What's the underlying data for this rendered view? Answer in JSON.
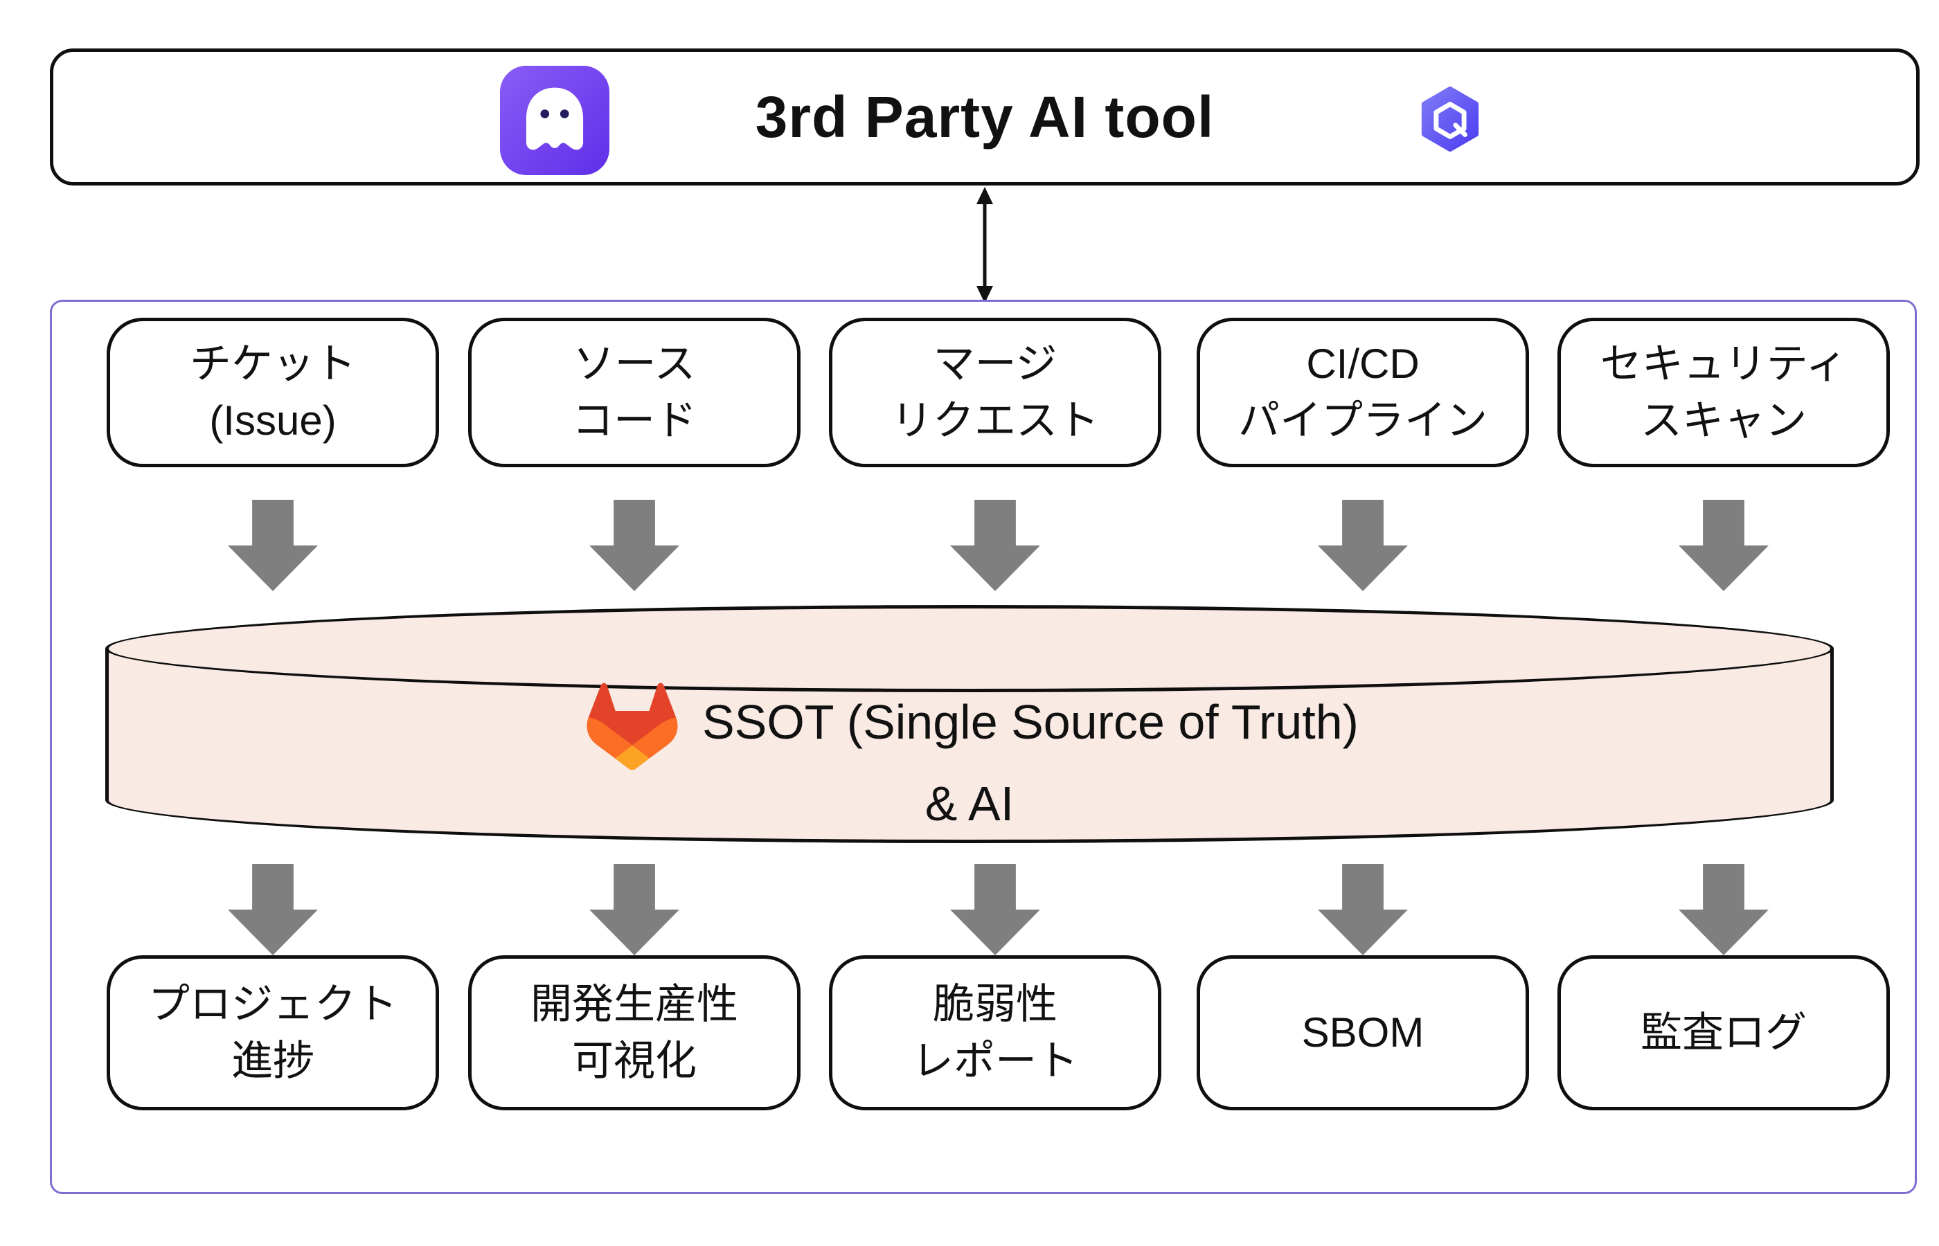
{
  "header": {
    "title": "3rd Party AI tool",
    "left_icon": "ghost-app-icon",
    "right_icon": "hexagon-q-icon"
  },
  "flow": {
    "inputs": [
      {
        "line1": "チケット",
        "line2": "(Issue)"
      },
      {
        "line1": "ソース",
        "line2": "コード"
      },
      {
        "line1": "マージ",
        "line2": "リクエスト"
      },
      {
        "line1": "CI/CD",
        "line2": "パイプライン"
      },
      {
        "line1": "セキュリティ",
        "line2": "スキャン"
      }
    ],
    "hub": {
      "line1": "SSOT (Single Source of Truth)",
      "line2": "& AI",
      "icon": "gitlab-tanuki-icon"
    },
    "outputs": [
      {
        "line1": "プロジェクト",
        "line2": "進捗"
      },
      {
        "line1": "開発生産性",
        "line2": "可視化"
      },
      {
        "line1": "脆弱性",
        "line2": "レポート"
      },
      {
        "line1": "SBOM",
        "line2": ""
      },
      {
        "line1": "監査ログ",
        "line2": ""
      }
    ],
    "colors": {
      "panel_border": "#7d6fd1",
      "cylinder_fill": "#faeae4",
      "arrow_gray": "#7f7f7f",
      "node_border": "#0f0f0f",
      "ghost_badge_purple": "#6a3df0",
      "hexagon_badge_purple": "#5b4ef2",
      "gitlab_red": "#e24329",
      "gitlab_orange": "#fc6d26",
      "gitlab_yellow": "#fca326"
    }
  }
}
